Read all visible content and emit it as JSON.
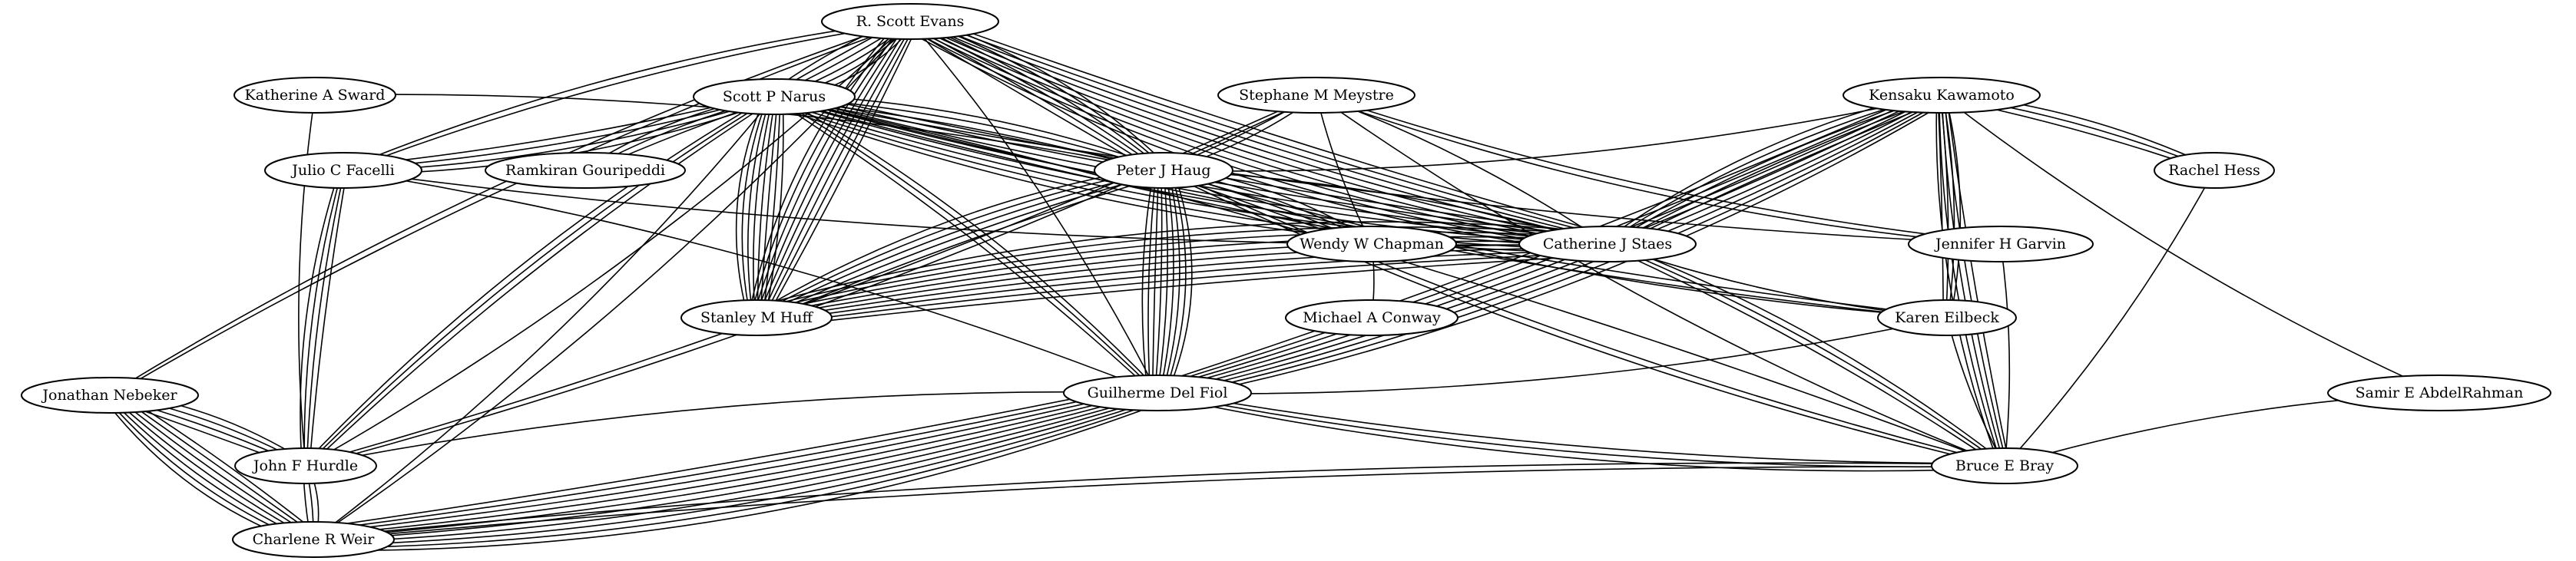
{
  "graph": {
    "type": "undirected co-authorship network",
    "nodes": [
      {
        "id": "evans",
        "label": "R. Scott Evans"
      },
      {
        "id": "narus",
        "label": "Scott P Narus"
      },
      {
        "id": "sward",
        "label": "Katherine A Sward"
      },
      {
        "id": "meystre",
        "label": "Stephane M Meystre"
      },
      {
        "id": "kawamoto",
        "label": "Kensaku Kawamoto"
      },
      {
        "id": "facelli",
        "label": "Julio C Facelli"
      },
      {
        "id": "gouripeddi",
        "label": "Ramkiran Gouripeddi"
      },
      {
        "id": "haug",
        "label": "Peter J Haug"
      },
      {
        "id": "hess",
        "label": "Rachel Hess"
      },
      {
        "id": "chapman",
        "label": "Wendy W Chapman"
      },
      {
        "id": "staes",
        "label": "Catherine J Staes"
      },
      {
        "id": "garvin",
        "label": "Jennifer H Garvin"
      },
      {
        "id": "huff",
        "label": "Stanley M Huff"
      },
      {
        "id": "conway",
        "label": "Michael A Conway"
      },
      {
        "id": "eilbeck",
        "label": "Karen Eilbeck"
      },
      {
        "id": "delfiol",
        "label": "Guilherme Del Fiol"
      },
      {
        "id": "abdelrahman",
        "label": "Samir E AbdelRahman"
      },
      {
        "id": "nebeker",
        "label": "Jonathan Nebeker"
      },
      {
        "id": "hurdle",
        "label": "John F Hurdle"
      },
      {
        "id": "bray",
        "label": "Bruce E Bray"
      },
      {
        "id": "weir",
        "label": "Charlene R Weir"
      }
    ],
    "edges": [
      {
        "source": "evans",
        "target": "narus",
        "weight": 6
      },
      {
        "source": "evans",
        "target": "huff",
        "weight": 8
      },
      {
        "source": "evans",
        "target": "haug",
        "weight": 6
      },
      {
        "source": "evans",
        "target": "staes",
        "weight": 9
      },
      {
        "source": "evans",
        "target": "delfiol",
        "weight": 1
      },
      {
        "source": "evans",
        "target": "nebeker",
        "weight": 2
      },
      {
        "source": "evans",
        "target": "weir",
        "weight": 1
      },
      {
        "source": "evans",
        "target": "facelli",
        "weight": 2
      },
      {
        "source": "evans",
        "target": "hurdle",
        "weight": 1
      },
      {
        "source": "narus",
        "target": "huff",
        "weight": 8
      },
      {
        "source": "narus",
        "target": "facelli",
        "weight": 4
      },
      {
        "source": "narus",
        "target": "gouripeddi",
        "weight": 3
      },
      {
        "source": "narus",
        "target": "haug",
        "weight": 3
      },
      {
        "source": "narus",
        "target": "staes",
        "weight": 8
      },
      {
        "source": "narus",
        "target": "delfiol",
        "weight": 3
      },
      {
        "source": "narus",
        "target": "hurdle",
        "weight": 3
      },
      {
        "source": "narus",
        "target": "weir",
        "weight": 1
      },
      {
        "source": "narus",
        "target": "eilbeck",
        "weight": 2
      },
      {
        "source": "narus",
        "target": "bray",
        "weight": 1
      },
      {
        "source": "narus",
        "target": "garvin",
        "weight": 1
      },
      {
        "source": "sward",
        "target": "haug",
        "weight": 1
      },
      {
        "source": "sward",
        "target": "hurdle",
        "weight": 1
      },
      {
        "source": "meystre",
        "target": "haug",
        "weight": 2
      },
      {
        "source": "meystre",
        "target": "chapman",
        "weight": 1
      },
      {
        "source": "meystre",
        "target": "staes",
        "weight": 1
      },
      {
        "source": "meystre",
        "target": "garvin",
        "weight": 2
      },
      {
        "source": "meystre",
        "target": "hurdle",
        "weight": 2
      },
      {
        "source": "meystre",
        "target": "bray",
        "weight": 1
      },
      {
        "source": "kawamoto",
        "target": "delfiol",
        "weight": 8
      },
      {
        "source": "kawamoto",
        "target": "staes",
        "weight": 5
      },
      {
        "source": "kawamoto",
        "target": "eilbeck",
        "weight": 4
      },
      {
        "source": "kawamoto",
        "target": "bray",
        "weight": 5
      },
      {
        "source": "kawamoto",
        "target": "hess",
        "weight": 3
      },
      {
        "source": "kawamoto",
        "target": "abdelrahman",
        "weight": 1
      },
      {
        "source": "kawamoto",
        "target": "haug",
        "weight": 1
      },
      {
        "source": "facelli",
        "target": "hurdle",
        "weight": 4
      },
      {
        "source": "facelli",
        "target": "delfiol",
        "weight": 1
      },
      {
        "source": "facelli",
        "target": "staes",
        "weight": 1
      },
      {
        "source": "haug",
        "target": "delfiol",
        "weight": 9
      },
      {
        "source": "haug",
        "target": "huff",
        "weight": 5
      },
      {
        "source": "haug",
        "target": "chapman",
        "weight": 4
      },
      {
        "source": "haug",
        "target": "bray",
        "weight": 2
      },
      {
        "source": "haug",
        "target": "staes",
        "weight": 1
      },
      {
        "source": "haug",
        "target": "eilbeck",
        "weight": 1
      },
      {
        "source": "chapman",
        "target": "conway",
        "weight": 1
      },
      {
        "source": "staes",
        "target": "huff",
        "weight": 10
      },
      {
        "source": "staes",
        "target": "bray",
        "weight": 3
      },
      {
        "source": "staes",
        "target": "eilbeck",
        "weight": 1
      },
      {
        "source": "garvin",
        "target": "bray",
        "weight": 1
      },
      {
        "source": "eilbeck",
        "target": "bray",
        "weight": 1
      },
      {
        "source": "eilbeck",
        "target": "delfiol",
        "weight": 1
      },
      {
        "source": "delfiol",
        "target": "bray",
        "weight": 3
      },
      {
        "source": "delfiol",
        "target": "weir",
        "weight": 10
      },
      {
        "source": "delfiol",
        "target": "hurdle",
        "weight": 1
      },
      {
        "source": "hess",
        "target": "bray",
        "weight": 1
      },
      {
        "source": "abdelrahman",
        "target": "bray",
        "weight": 1
      },
      {
        "source": "nebeker",
        "target": "hurdle",
        "weight": 4
      },
      {
        "source": "nebeker",
        "target": "weir",
        "weight": 7
      },
      {
        "source": "hurdle",
        "target": "weir",
        "weight": 3
      },
      {
        "source": "bray",
        "target": "weir",
        "weight": 2
      }
    ]
  }
}
